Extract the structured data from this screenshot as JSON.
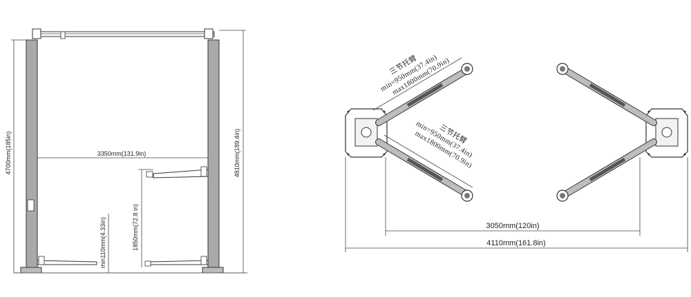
{
  "front_view": {
    "post_inner_width": "3350mm(131.9in)",
    "overall_height": "4700mm(185in)",
    "post_height": "4810mm(189.4in)",
    "max_lift_height": "1850mm(72.8 in)",
    "min_pad_height": "min110mm(4.33in)"
  },
  "top_view": {
    "arm_label_1": "三节托臂",
    "arm_min_1": "min=950mm(37.4in)",
    "arm_max_1": "max1800mm(70.9in)",
    "arm_label_2": "三节托臂",
    "arm_min_2": "min=950mm(37.4in)",
    "arm_max_2": "max1800mm(70.9in)",
    "inner_width": "3050mm(120in)",
    "overall_width": "4110mm(161.8in)"
  }
}
